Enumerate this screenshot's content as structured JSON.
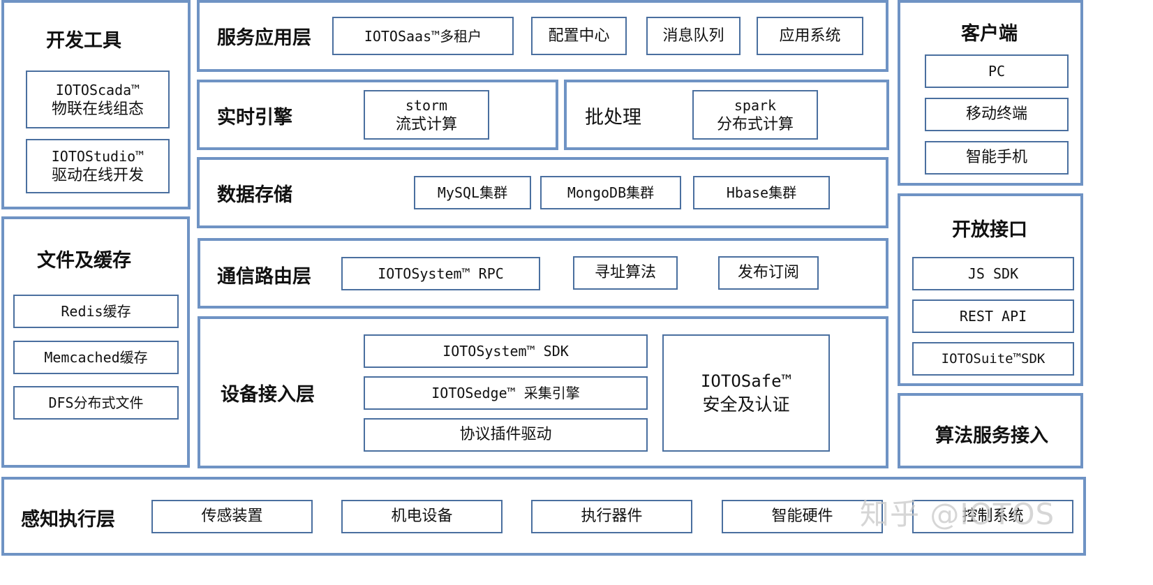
{
  "dev_tools": {
    "title": "开发工具",
    "items": [
      [
        "IOTOScada™",
        "物联在线组态"
      ],
      [
        "IOTOStudio™",
        "驱动在线开发"
      ]
    ]
  },
  "file_cache": {
    "title": "文件及缓存",
    "items": [
      "Redis缓存",
      "Memcached缓存",
      "DFS分布式文件"
    ]
  },
  "service_layer": {
    "title": "服务应用层",
    "items": [
      "IOTOSaas™多租户",
      "配置中心",
      "消息队列",
      "应用系统"
    ]
  },
  "realtime": {
    "title": "实时引擎",
    "item": [
      "storm",
      "流式计算"
    ]
  },
  "batch": {
    "title": "批处理",
    "item": [
      "spark",
      "分布式计算"
    ]
  },
  "storage": {
    "title": "数据存储",
    "items": [
      "MySQL集群",
      "MongoDB集群",
      "Hbase集群"
    ]
  },
  "routing": {
    "title": "通信路由层",
    "items": [
      "IOTOSystem™ RPC",
      "寻址算法",
      "发布订阅"
    ]
  },
  "device": {
    "title": "设备接入层",
    "items": [
      "IOTOSystem™ SDK",
      "IOTOSedge™ 采集引擎",
      "协议插件驱动"
    ],
    "safe": [
      "IOTOSafe™",
      "安全及认证"
    ]
  },
  "client": {
    "title": "客户端",
    "items": [
      "PC",
      "移动终端",
      "智能手机"
    ]
  },
  "open_api": {
    "title": "开放接口",
    "items": [
      "JS SDK",
      "REST API",
      "IOTOSuite™SDK"
    ]
  },
  "algo": {
    "title": "算法服务接入"
  },
  "perception": {
    "title": "感知执行层",
    "items": [
      "传感装置",
      "机电设备",
      "执行器件",
      "智能硬件",
      "控制系统"
    ]
  },
  "watermark": "知乎 @IOTOS"
}
